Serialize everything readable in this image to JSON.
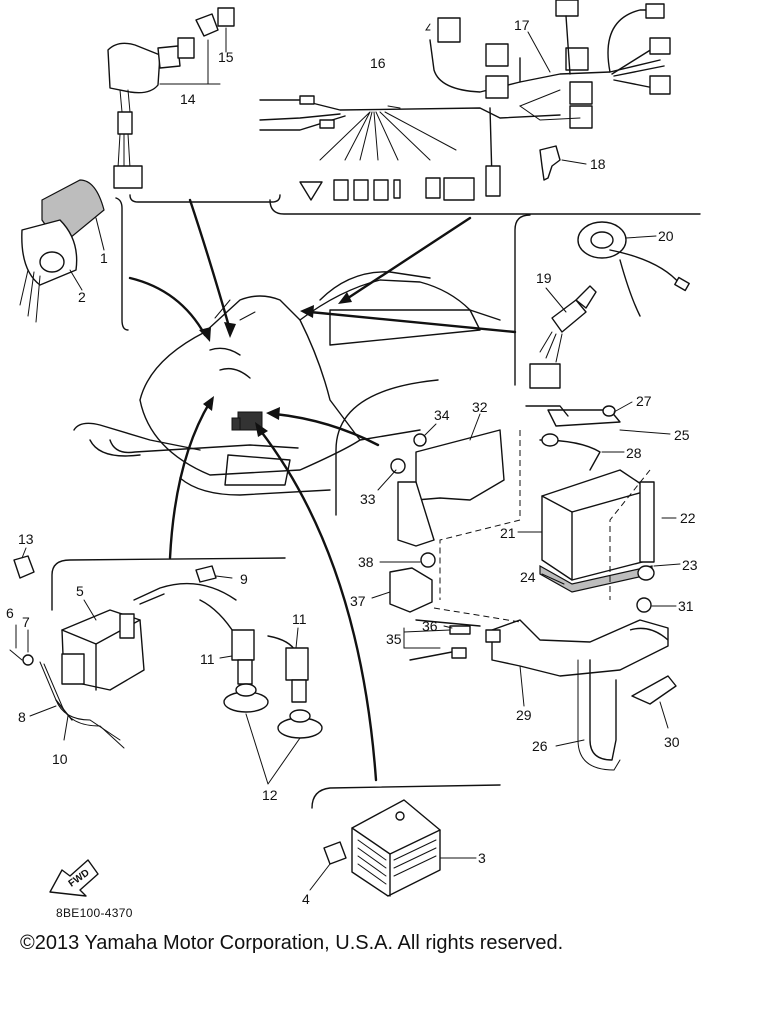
{
  "diagram": {
    "callouts": [
      "1",
      "2",
      "3",
      "4",
      "5",
      "6",
      "7",
      "8",
      "9",
      "10",
      "11",
      "11",
      "12",
      "13",
      "14",
      "15",
      "16",
      "17",
      "18",
      "19",
      "20",
      "21",
      "22",
      "23",
      "24",
      "25",
      "26",
      "27",
      "28",
      "29",
      "30",
      "31",
      "32",
      "33",
      "34",
      "35",
      "36",
      "37",
      "38"
    ],
    "fwd_label": "FWD",
    "code": "8BE100-4370"
  },
  "footer": {
    "copyright": "©2013 Yamaha Motor Corporation, U.S.A. All rights reserved."
  }
}
